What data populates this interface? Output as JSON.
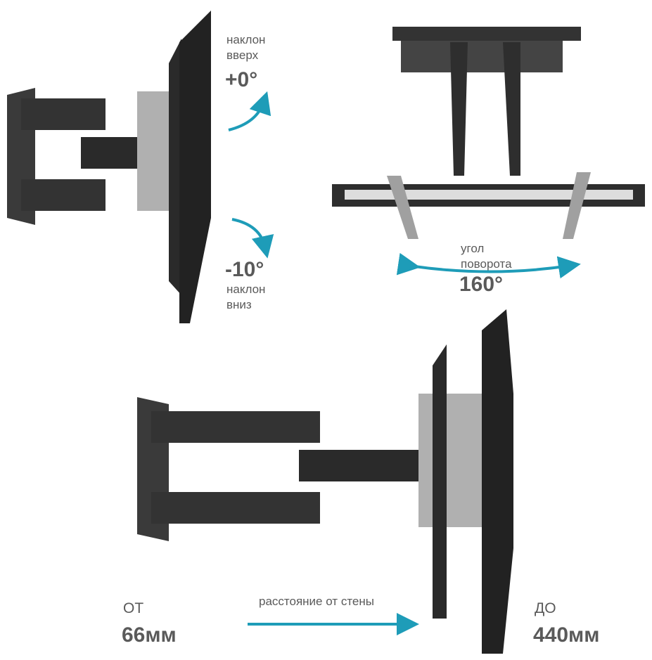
{
  "colors": {
    "accent": "#1e9cb8",
    "text": "#5a5a5a",
    "metal": "#2e2e2e",
    "steel": "#a8a8a8"
  },
  "tilt": {
    "up_label_1": "наклон",
    "up_label_2": "вверх",
    "up_value": "+0°",
    "down_value": "-10°",
    "down_label_1": "наклон",
    "down_label_2": "вниз"
  },
  "swivel": {
    "label_1": "угол",
    "label_2": "поворота",
    "value": "160°"
  },
  "distance": {
    "from_label": "ОТ",
    "from_value": "66мм",
    "caption": "расстояние от стены",
    "to_label": "ДО",
    "to_value": "440мм"
  }
}
